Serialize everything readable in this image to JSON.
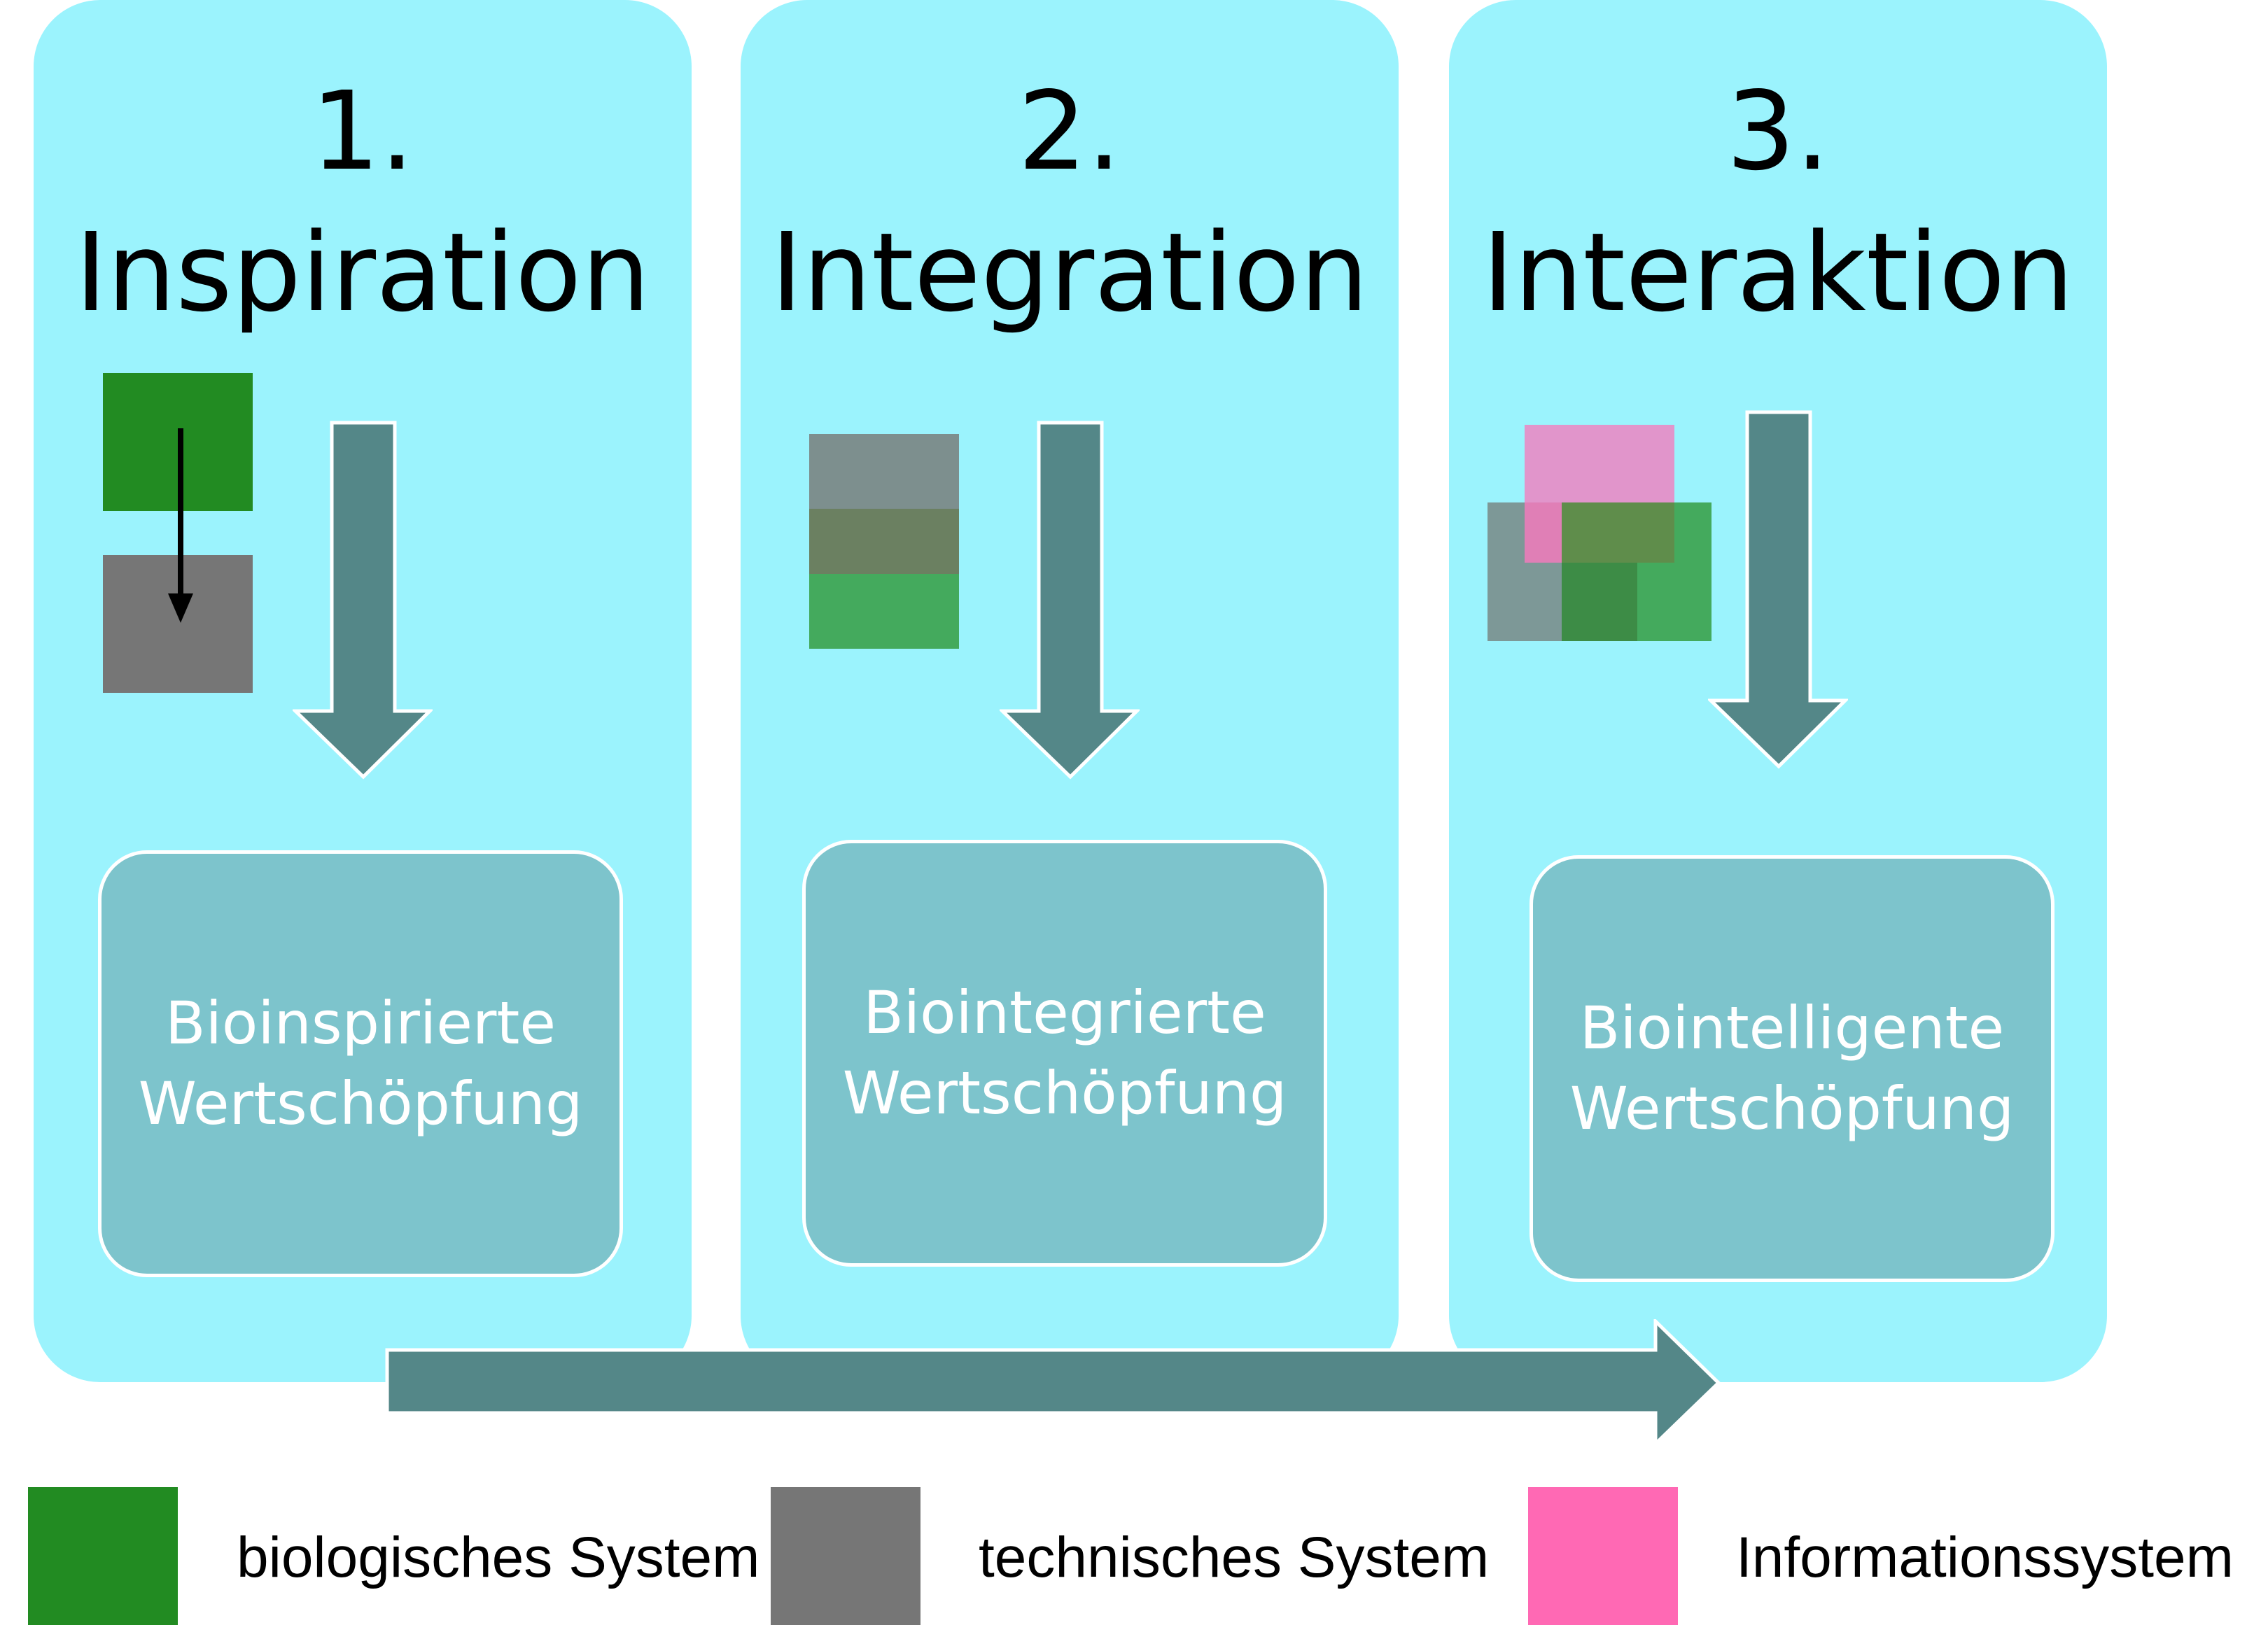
{
  "stages": [
    {
      "number": "1.",
      "title": "Inspiration",
      "result_line1": "Bioinspirierte",
      "result_line2": "Wertschöpfung"
    },
    {
      "number": "2.",
      "title": "Integration",
      "result_line1": "Biointegrierte",
      "result_line2": "Wertschöpfung"
    },
    {
      "number": "3.",
      "title": "Interaktion",
      "result_line1": "Biointelligente",
      "result_line2": "Wertschöpfung"
    }
  ],
  "legend": [
    {
      "label": "biologisches System",
      "color": "#228b22"
    },
    {
      "label": "technisches System",
      "color": "#767676"
    },
    {
      "label": "Informationssystem",
      "color": "#ff69b4"
    }
  ],
  "colors": {
    "panel_background": "#9bf3fd",
    "result_box": "#7dc4cc",
    "arrow": "#548788"
  }
}
